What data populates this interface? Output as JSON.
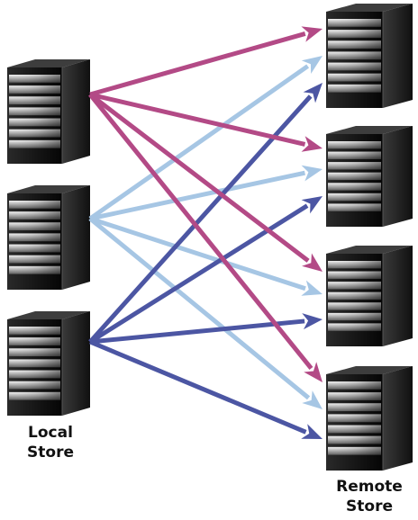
{
  "labels": {
    "local_line1": "Local",
    "local_line2": "Store",
    "remote_line1": "Remote",
    "remote_line2": "Store"
  },
  "colors": {
    "magenta": "#B34A86",
    "light_blue": "#A6C6E4",
    "navy": "#4C56A3",
    "server_dark": "#1c1c1c"
  },
  "local_servers": [
    "local-server-1",
    "local-server-2",
    "local-server-3"
  ],
  "remote_servers": [
    "remote-server-1",
    "remote-server-2",
    "remote-server-3",
    "remote-server-4"
  ],
  "connections": [
    {
      "from": 0,
      "to": 0,
      "color": "magenta"
    },
    {
      "from": 0,
      "to": 1,
      "color": "magenta"
    },
    {
      "from": 0,
      "to": 2,
      "color": "magenta"
    },
    {
      "from": 0,
      "to": 3,
      "color": "magenta"
    },
    {
      "from": 1,
      "to": 0,
      "color": "light_blue"
    },
    {
      "from": 1,
      "to": 1,
      "color": "light_blue"
    },
    {
      "from": 1,
      "to": 2,
      "color": "light_blue"
    },
    {
      "from": 1,
      "to": 3,
      "color": "light_blue"
    },
    {
      "from": 2,
      "to": 0,
      "color": "navy"
    },
    {
      "from": 2,
      "to": 1,
      "color": "navy"
    },
    {
      "from": 2,
      "to": 2,
      "color": "navy"
    },
    {
      "from": 2,
      "to": 3,
      "color": "navy"
    }
  ]
}
